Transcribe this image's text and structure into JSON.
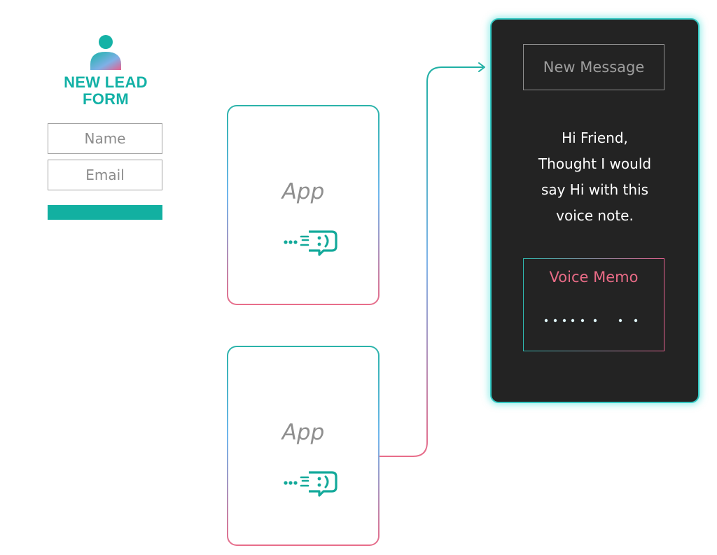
{
  "lead_form": {
    "title_line1": "NEW LEAD",
    "title_line2": "FORM",
    "name_placeholder": "Name",
    "email_placeholder": "Email",
    "accent_color": "#13b1a6"
  },
  "apps": [
    {
      "label": "App",
      "icon": "chat-bubble-smile-icon"
    },
    {
      "label": "App",
      "icon": "chat-bubble-smile-icon"
    }
  ],
  "phone": {
    "header": "New Message",
    "message_lines": [
      "Hi Friend,",
      "Thought I would",
      "say Hi with this",
      "voice note."
    ],
    "voice_memo": {
      "title": "Voice Memo",
      "icon": "audio-waveform-icon"
    },
    "background_color": "#232323",
    "glow_color": "#34c8c3"
  },
  "colors": {
    "teal": "#12b0a1",
    "pink": "#e86d8a",
    "blue": "#6fb6ee"
  }
}
